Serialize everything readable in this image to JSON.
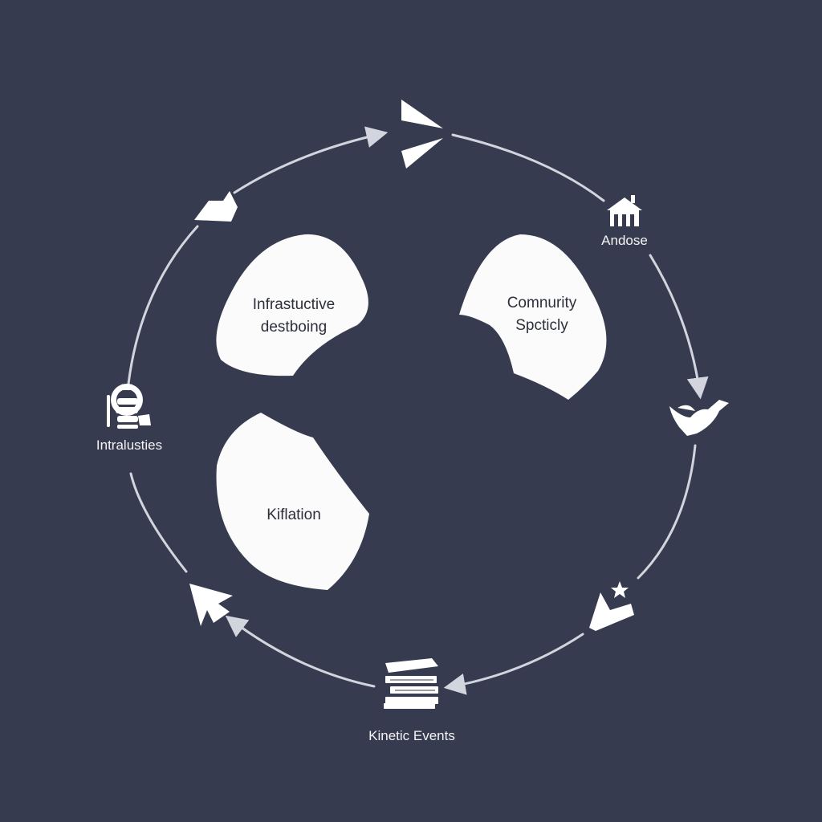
{
  "colors": {
    "background": "#373b4f",
    "ring": "#d3d5de",
    "icon": "#ffffff",
    "blob": "#fbfbfb",
    "blob_text": "#2d2f3a",
    "label": "#f4f4f6"
  },
  "nodes": {
    "top": {
      "icon": "paper-plane-icon"
    },
    "upper_left": {
      "icon": "folder-icon"
    },
    "right_top": {
      "icon": "house-icon",
      "label": "Andose"
    },
    "right": {
      "icon": "bird-icon"
    },
    "lower_right": {
      "icon": "checkmark-icon"
    },
    "bottom": {
      "icon": "stacked-books-icon",
      "label": "Kinetic Events"
    },
    "lower_left": {
      "icon": "cursor-arrow-icon"
    },
    "left": {
      "icon": "gear-stack-icon",
      "label": "Intralusties"
    }
  },
  "blobs": {
    "top_left": {
      "line1": "Infrastuctive",
      "line2": "destboing"
    },
    "top_right": {
      "line1": "Comnurity",
      "line2": "Spcticly"
    },
    "bottom_left": {
      "line1": "Kiflation"
    }
  }
}
